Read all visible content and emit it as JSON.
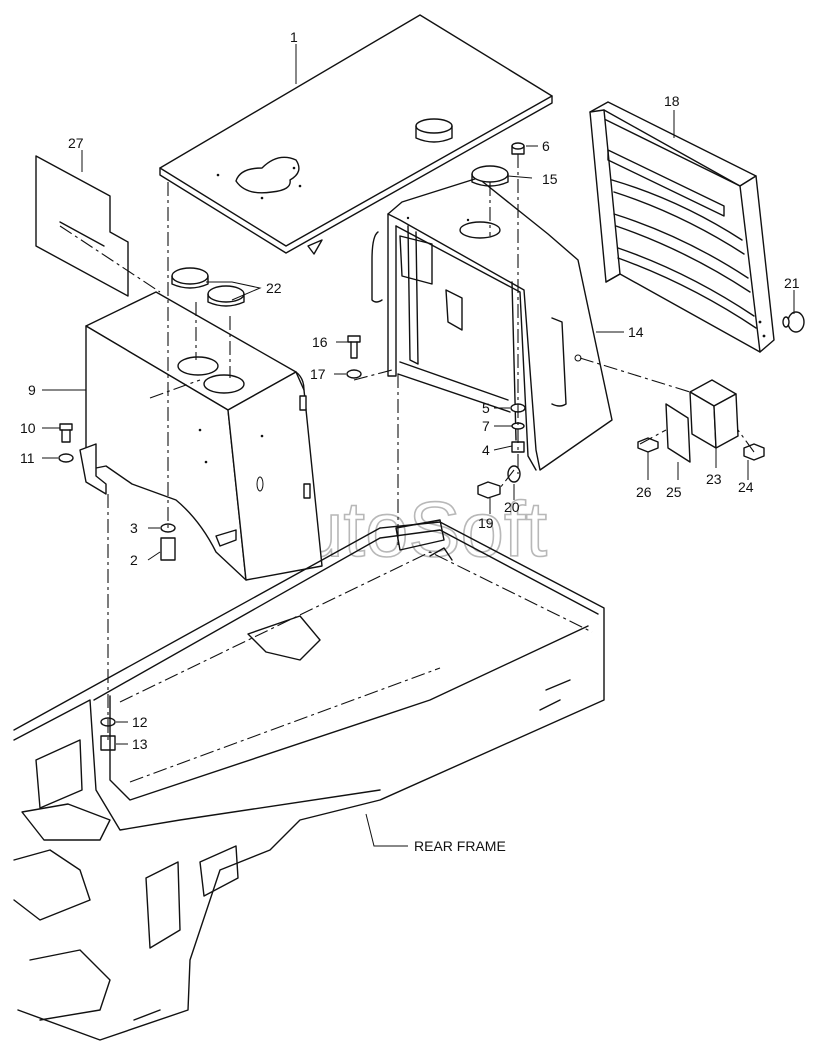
{
  "callouts": {
    "c1": "1",
    "c2": "2",
    "c3": "3",
    "c4": "4",
    "c5": "5",
    "c6": "6",
    "c7": "7",
    "c9": "9",
    "c10": "10",
    "c11": "11",
    "c12": "12",
    "c13": "13",
    "c14": "14",
    "c15": "15",
    "c16": "16",
    "c17": "17",
    "c18": "18",
    "c19": "19",
    "c20": "20",
    "c21": "21",
    "c22": "22",
    "c23": "23",
    "c24": "24",
    "c25": "25",
    "c26": "26",
    "c27": "27"
  },
  "frame_label": "REAR FRAME",
  "watermark": "AutoSoft"
}
